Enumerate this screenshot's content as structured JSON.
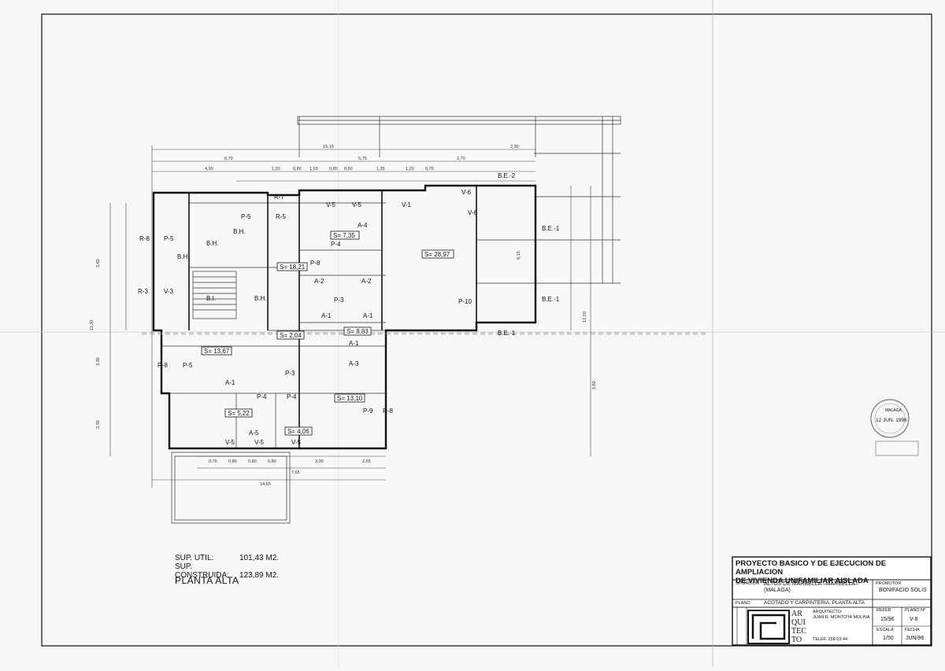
{
  "surface": {
    "useful_label": "SUP. UTIL:",
    "useful_value": "101,43 M2.",
    "built_label": "SUP. CONSTRUIDA:",
    "built_value": "123,89 M2."
  },
  "plan_title": "PLANTA ALTA",
  "title_block": {
    "project_line1": "PROYECTO BASICO Y DE EJECUCION DE AMPLIACION",
    "project_line2": "DE VIVIENDA UNIFAMILIAR AISLADA",
    "situacion_label": "SITUACION",
    "situacion_line1": "ALTOS DE MARBELLA –MARBELLA–",
    "situacion_line2": "(MALAGA)",
    "promotor_label": "PROMOTOR",
    "promotor_value": "BONIFACIO SOLIS",
    "plano_label": "PLANO",
    "plano_value": "ACOTADO Y CARPINTERIA. PLANTA ALTA",
    "logo_text": [
      "AR",
      "QUI",
      "TEC",
      "TO"
    ],
    "arquitecto_label": "ARQUITECTO:",
    "arquitecto_name": "JUAN R. MONTOYA MOLINA",
    "telefono": "TELEF. 258 03 44",
    "refer_label": "REFER",
    "refer_value": "15/96",
    "plano_no_label": "PLANO Nº",
    "plano_no_value": "V-8",
    "escala_label": "ESCALA",
    "escala_value": "1/50",
    "fecha_label": "FECHA",
    "fecha_value": "JUN/96"
  },
  "stamp": {
    "date": "12 JUN. 1996",
    "city": "MALAGA"
  },
  "room_areas": [
    "S= 7,35",
    "S= 28,97",
    "S= 18,21",
    "S= 8,83",
    "S= 2,04",
    "S= 13,67",
    "S= 13,10",
    "S= 5,22",
    "S= 4,06"
  ],
  "element_labels": [
    "R-7",
    "V-5",
    "V-5",
    "V-1",
    "V-6",
    "V-6",
    "A-4",
    "P-4",
    "P-5",
    "R-5",
    "R-8",
    "P-5",
    "B.H.",
    "B.H.",
    "B.H.",
    "P-8",
    "A-2",
    "A-2",
    "P-3",
    "A-1",
    "A-1",
    "A-1",
    "A-3",
    "R-3",
    "V-3",
    "B.I.",
    "B.H.",
    "P-10",
    "B.E.-1",
    "B.E.-1",
    "B.E.-1",
    "B.E.-2",
    "R-8",
    "P-5",
    "P-3",
    "A-1",
    "P-4",
    "P-4",
    "P-9",
    "R-8",
    "A-5",
    "V-5",
    "V-5",
    "V-5"
  ],
  "dimensions": {
    "top": [
      "15,15",
      "6,70",
      "5,75",
      "2,30",
      "4,90",
      "1,20",
      "0,80",
      "1,03",
      "0,80",
      "0,60",
      "1,35",
      "1,20",
      "0,70",
      "2,70"
    ],
    "bottom": [
      "0,76",
      "0,80",
      "0,80",
      "0,80",
      "3,00",
      "2,65",
      "7,65",
      "14,65"
    ],
    "left": [
      "5,60",
      "11,20",
      "3,30",
      "2,30"
    ],
    "right": [
      "6,15",
      "12,20",
      "5,60"
    ]
  }
}
